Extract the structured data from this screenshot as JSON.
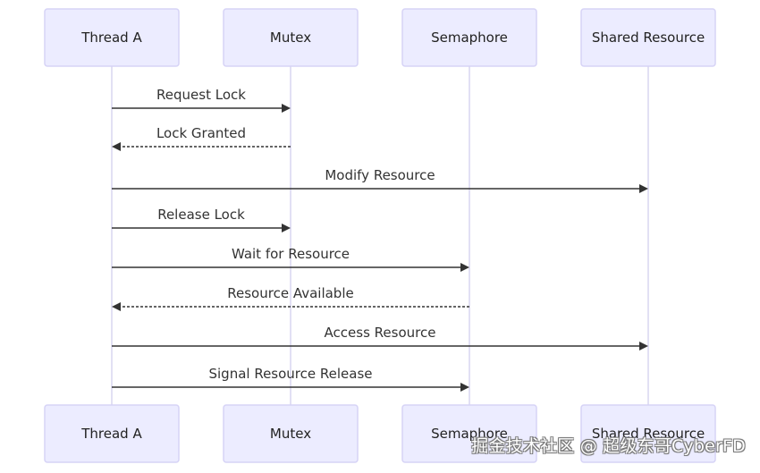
{
  "actors": [
    {
      "id": "thread_a",
      "label": "Thread A"
    },
    {
      "id": "mutex",
      "label": "Mutex"
    },
    {
      "id": "semaphore",
      "label": "Semaphore"
    },
    {
      "id": "shared_resource",
      "label": "Shared Resource"
    }
  ],
  "messages": [
    {
      "from": "thread_a",
      "to": "mutex",
      "label": "Request Lock",
      "style": "solid"
    },
    {
      "from": "mutex",
      "to": "thread_a",
      "label": "Lock Granted",
      "style": "dotted"
    },
    {
      "from": "thread_a",
      "to": "shared_resource",
      "label": "Modify Resource",
      "style": "solid"
    },
    {
      "from": "thread_a",
      "to": "mutex",
      "label": "Release Lock",
      "style": "solid"
    },
    {
      "from": "thread_a",
      "to": "semaphore",
      "label": "Wait for Resource",
      "style": "solid"
    },
    {
      "from": "semaphore",
      "to": "thread_a",
      "label": "Resource Available",
      "style": "dotted"
    },
    {
      "from": "thread_a",
      "to": "shared_resource",
      "label": "Access Resource",
      "style": "solid"
    },
    {
      "from": "thread_a",
      "to": "semaphore",
      "label": "Signal Resource Release",
      "style": "solid"
    }
  ],
  "watermark": "掘金技术社区 @ 超级东哥CyberFD",
  "colors": {
    "actor_fill": "#ECECFF",
    "actor_border": "#d6d3f6",
    "lifeline": "#d8d6f0",
    "message_line": "#333333"
  }
}
